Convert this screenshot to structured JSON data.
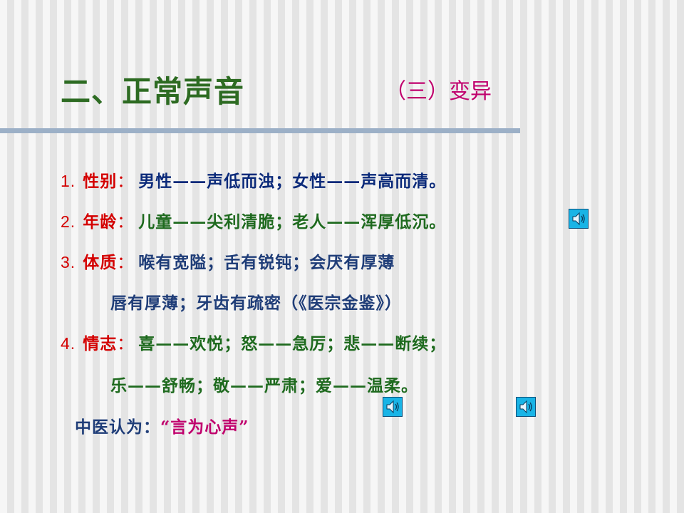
{
  "header": {
    "title": "二、正常声音",
    "subtitle": "（三）变异"
  },
  "items": [
    {
      "num": "1.",
      "label": "性别",
      "colon": "：",
      "text": "男性——声低而浊；女性——声高而清。"
    },
    {
      "num": "2.",
      "label": "年龄",
      "colon": "：",
      "text": "儿童——尖利清脆；老人——浑厚低沉。"
    },
    {
      "num": "3.",
      "label": "体质",
      "colon": "：",
      "text": "喉有宽隘；舌有锐钝；会厌有厚薄",
      "continuation": "唇有厚薄；牙齿有疏密（《医宗金鉴》）"
    },
    {
      "num": "4.",
      "label": "情志",
      "colon": "：",
      "text": "喜——欢悦；怒——急厉；悲——断续；",
      "continuation": "乐——舒畅；敬——严肃；爱——温柔。"
    }
  ],
  "conclusion": {
    "prefix": "中医认为：",
    "open_quote": "“",
    "quote": "言为心声",
    "close_quote": "”"
  },
  "icons": {
    "speaker": "speaker-icon"
  },
  "colors": {
    "title": "#2d6b22",
    "subtitle": "#c0006d",
    "label": "#d40000",
    "body_blue": "#0b2a7a",
    "body_green": "#1e6a1e",
    "speaker_fill": "#19b4e6"
  }
}
